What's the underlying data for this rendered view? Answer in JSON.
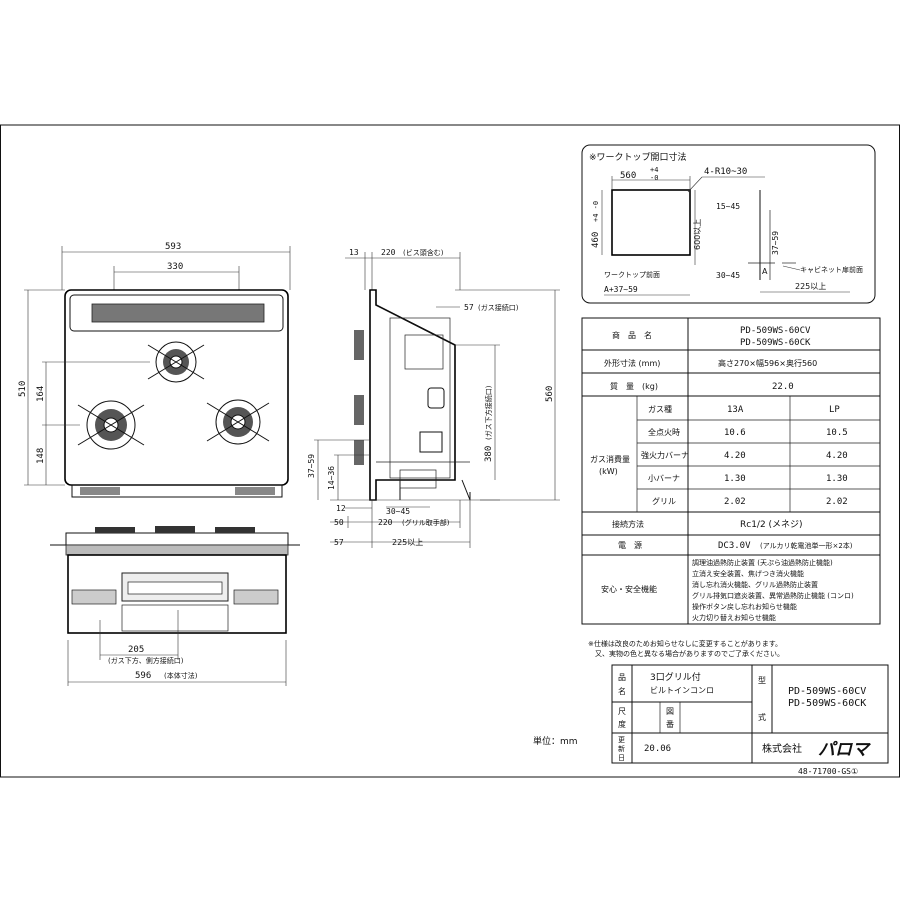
{
  "cutout": {
    "title": "※ワークトップ開口寸法",
    "w": "560",
    "w_tol_plus": "+4",
    "w_tol_minus": "-0",
    "h": "460",
    "h_tol": "+4 -0",
    "corner": "4-R10~30",
    "depth600": "600以上",
    "d15": "15~45",
    "d37": "37~59",
    "d30": "30~45",
    "d225": "225以上",
    "front_label": "ワークトップ前面",
    "a_label": "A+37~59",
    "a_mark": "A",
    "cabinet_label": "キャビネット扉前面"
  },
  "top_view": {
    "w593": "593",
    "w330": "330",
    "h510": "510",
    "h164": "164",
    "h148": "148"
  },
  "side_view": {
    "d13": "13",
    "d220": "220",
    "d220_note": "(ビス頭含む)",
    "d57": "57",
    "d57_note": "(ガス接続口)",
    "d560": "560",
    "d380": "380",
    "d380_note": "(ガス下方接続口)",
    "d37": "37~59",
    "d14": "14~36",
    "d12": "12",
    "d30": "30~45",
    "d50": "50",
    "d220b": "220",
    "d220b_note": "(グリル取手部)",
    "d57b": "57",
    "d225": "225以上"
  },
  "front_view": {
    "d205": "205",
    "d205_note": "(ガス下方、側方接続口)",
    "d596": "596",
    "d596_note": "(本体寸法)"
  },
  "spec_table": {
    "product_name_label": "商　品　名",
    "product_name_1": "PD-509WS-60CV",
    "product_name_2": "PD-509WS-60CK",
    "dimensions_label": "外形寸法 (mm)",
    "dimensions_value": "高さ270×幅596×奥行560",
    "mass_label": "質　量　(kg)",
    "mass_value": "22.0",
    "consumption_label": "ガス消費量",
    "consumption_unit": "(kW)",
    "gas_type_label": "ガス種",
    "gas_13a": "13A",
    "gas_lp": "LP",
    "rows": [
      {
        "label": "全点火時",
        "a": "10.6",
        "b": "10.5"
      },
      {
        "label": "強火力バーナ",
        "a": "4.20",
        "b": "4.20"
      },
      {
        "label": "小バーナ",
        "a": "1.30",
        "b": "1.30"
      },
      {
        "label": "グリル",
        "a": "2.02",
        "b": "2.02"
      }
    ],
    "connection_label": "接続方法",
    "connection_value": "Rc1/2 (メネジ)",
    "power_label": "電　源",
    "power_value": "DC3.0V",
    "power_note": "(アルカリ乾電池単一形×2本)",
    "safety_label": "安心・安全機能",
    "safety_lines": [
      "調理油過熱防止装置 (天ぷら油過熱防止機能)",
      "立消え安全装置、焦げつき消火機能",
      "消し忘れ消火機能、グリル過熱防止装置",
      "グリル排気口遮炎装置、異常過熱防止機能 (コンロ)",
      "操作ボタン戻し忘れお知らせ機能",
      "火力切り替えお知らせ機能"
    ]
  },
  "notes": {
    "line1": "※仕様は改良のためお知らせなしに変更することがあります。",
    "line2": "又、実物の色と異なる場合がありますのでご了承ください。"
  },
  "title_block": {
    "name_label_1": "品",
    "name_label_2": "名",
    "name_line1": "3口グリル付",
    "name_line2": "ビルトインコンロ",
    "type_label_1": "型",
    "type_label_2": "式",
    "type_line1": "PD-509WS-60CV",
    "type_line2": "PD-509WS-60CK",
    "scale_label_1": "尺",
    "scale_label_2": "度",
    "drawing_label_1": "図",
    "drawing_label_2": "番",
    "date_label_1": "更",
    "date_label_2": "新",
    "date_label_3": "日",
    "date_value": "20.06",
    "company_prefix": "株式会社",
    "company_logo": "パロマ",
    "unit_label": "単位：mm",
    "doc_no": "48-71700-GS①"
  }
}
